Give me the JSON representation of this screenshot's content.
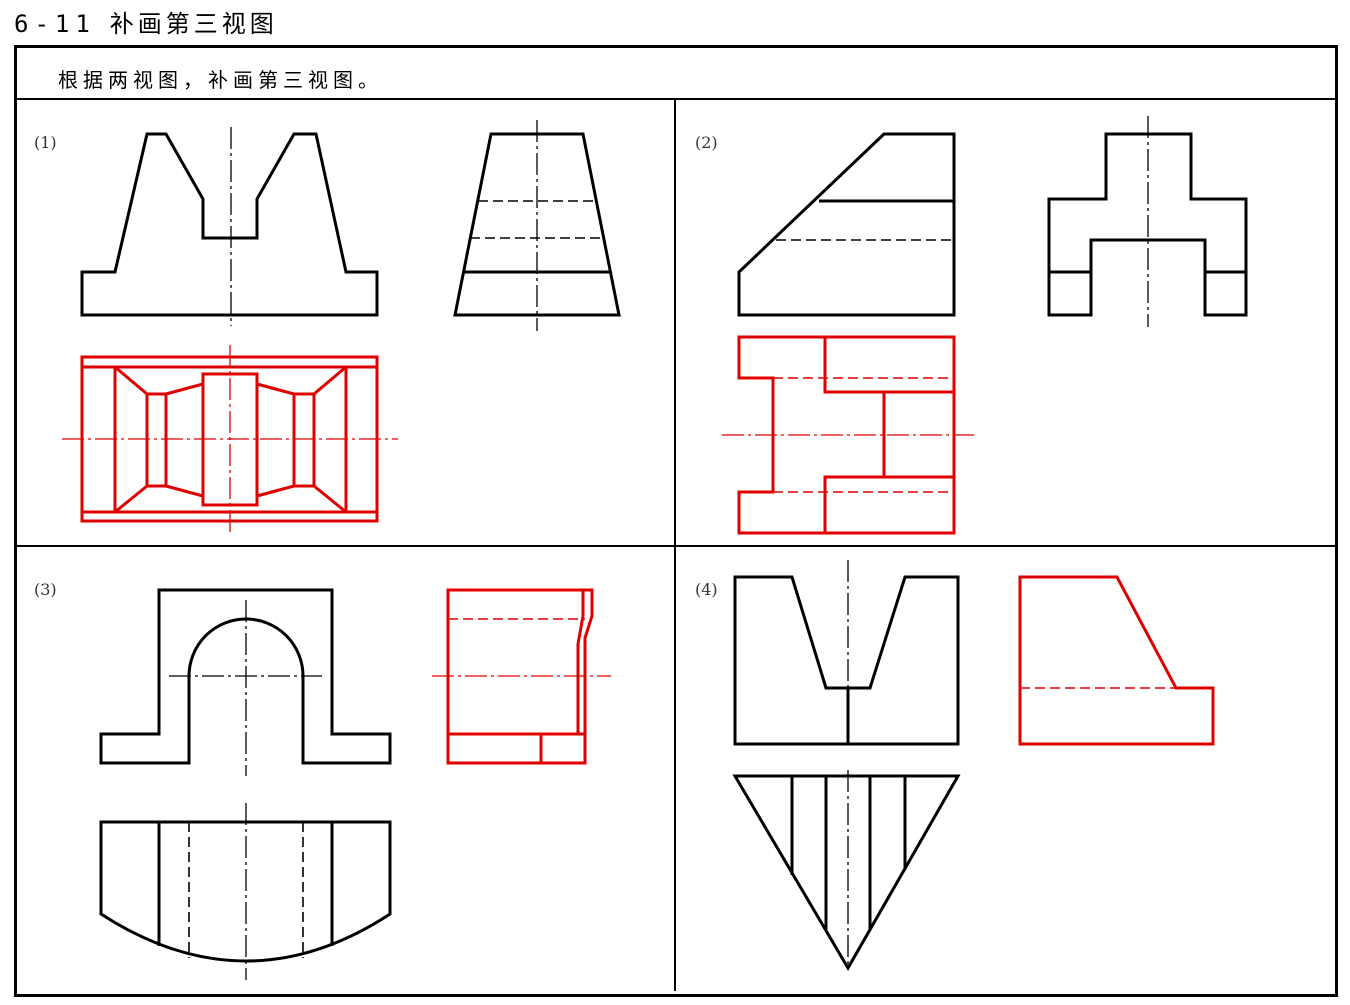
{
  "page": {
    "exercise_number": "6-11",
    "title": "补画第三视图",
    "instruction": "根据两视图，补画第三视图。"
  },
  "panels": [
    {
      "label": "(1)"
    },
    {
      "label": "(2)"
    },
    {
      "label": "(3)"
    },
    {
      "label": "(4)"
    }
  ],
  "colors": {
    "given_lines": "#000000",
    "answer_lines": "#e00000"
  }
}
